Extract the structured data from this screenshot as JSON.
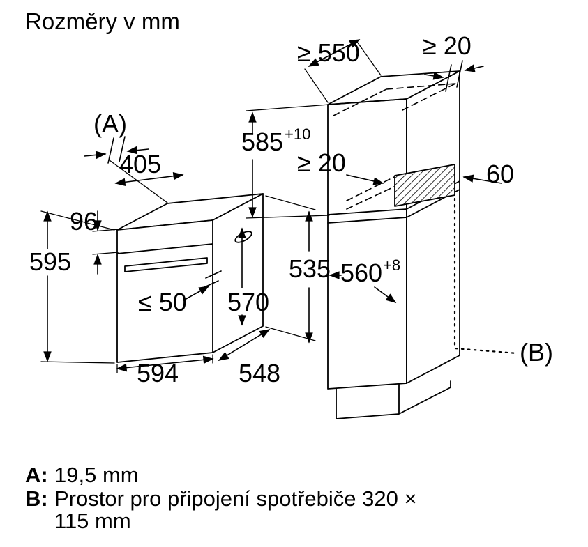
{
  "title": "Rozměry v mm",
  "oven": {
    "label_a": "(A)",
    "d405": "405",
    "d96": "96",
    "d595": "595",
    "d50": "≤ 50",
    "d570": "570",
    "d594": "594",
    "d548": "548",
    "d535": "535"
  },
  "cabinet": {
    "d550": "≥ 550",
    "d20_top": "≥ 20",
    "d585": "585",
    "d585_sup": "+10",
    "d20_mid": "≥ 20",
    "d60": "60",
    "d560": "560",
    "d560_sup": "+8",
    "label_b": "(B)"
  },
  "legend": {
    "a_key": "A:",
    "a_value": "19,5 mm",
    "b_key": "B:",
    "b_value_line1": "Prostor pro připojení spotřebiče 320 ×",
    "b_value_line2": "115 mm"
  },
  "colors": {
    "line": "#000000",
    "background": "#ffffff"
  }
}
